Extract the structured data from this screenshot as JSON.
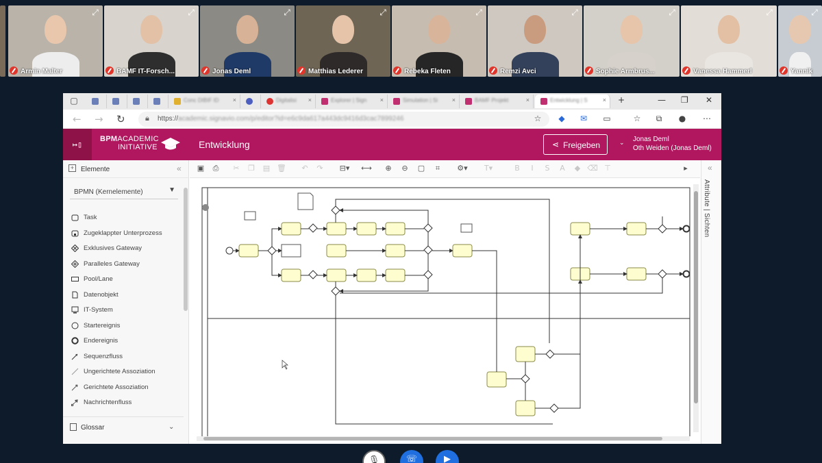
{
  "participants": [
    {
      "name": "",
      "bg": "#7a6a58"
    },
    {
      "name": "Armin Malter",
      "bg": "#b9b3aa"
    },
    {
      "name": "BAMF IT-Forsch...",
      "bg": "#d8d4cd"
    },
    {
      "name": "Jonas Deml",
      "bg": "#8c8a84"
    },
    {
      "name": "Matthias Lederer",
      "bg": "#6f6555"
    },
    {
      "name": "Rebeka Fleten",
      "bg": "#c6bcb0"
    },
    {
      "name": "Remzi Avci",
      "bg": "#cfc8c0"
    },
    {
      "name": "Sophie Armbrus...",
      "bg": "#d3d0c9"
    },
    {
      "name": "Vanessa Hammerl",
      "bg": "#e2ddd6"
    },
    {
      "name": "Yannik",
      "bg": "#c7ccd2"
    }
  ],
  "browser": {
    "url_prefix": "https://",
    "url_rest": "academic.signavio.com/p/editor?id=e6c9da617a443dc9416d3cac7899246",
    "active_tab": "Entwicklung | S"
  },
  "app": {
    "logo_bold": "BPM",
    "logo_rest": "ACADEMIC",
    "logo_line2": "INITIATIVE",
    "title": "Entwicklung",
    "share_label": "Freigeben",
    "user_name": "Jonas Deml",
    "user_org": "Oth Weiden (Jonas Deml)"
  },
  "sidebar": {
    "header": "Elemente",
    "dropdown": "BPMN (Kernelemente)",
    "items": [
      {
        "label": "Task",
        "icon": "task-icon"
      },
      {
        "label": "Zugeklappter Unterprozess",
        "icon": "subprocess-icon"
      },
      {
        "label": "Exklusives Gateway",
        "icon": "exclusive-gateway-icon"
      },
      {
        "label": "Paralleles Gateway",
        "icon": "parallel-gateway-icon"
      },
      {
        "label": "Pool/Lane",
        "icon": "pool-icon"
      },
      {
        "label": "Datenobjekt",
        "icon": "data-object-icon"
      },
      {
        "label": "IT-System",
        "icon": "it-system-icon"
      },
      {
        "label": "Startereignis",
        "icon": "start-event-icon"
      },
      {
        "label": "Endereignis",
        "icon": "end-event-icon"
      },
      {
        "label": "Sequenzfluss",
        "icon": "sequence-flow-icon"
      },
      {
        "label": "Ungerichtete Assoziation",
        "icon": "undirected-association-icon"
      },
      {
        "label": "Gerichtete Assoziation",
        "icon": "directed-association-icon"
      },
      {
        "label": "Nachrichtenfluss",
        "icon": "message-flow-icon"
      }
    ],
    "glossar": "Glossar"
  },
  "right_panel": {
    "label": "Attribute | Sichten"
  },
  "colors": {
    "brand": "#b0175e",
    "task_fill": "#fdfdd0",
    "task_stroke": "#8a8a4a"
  }
}
